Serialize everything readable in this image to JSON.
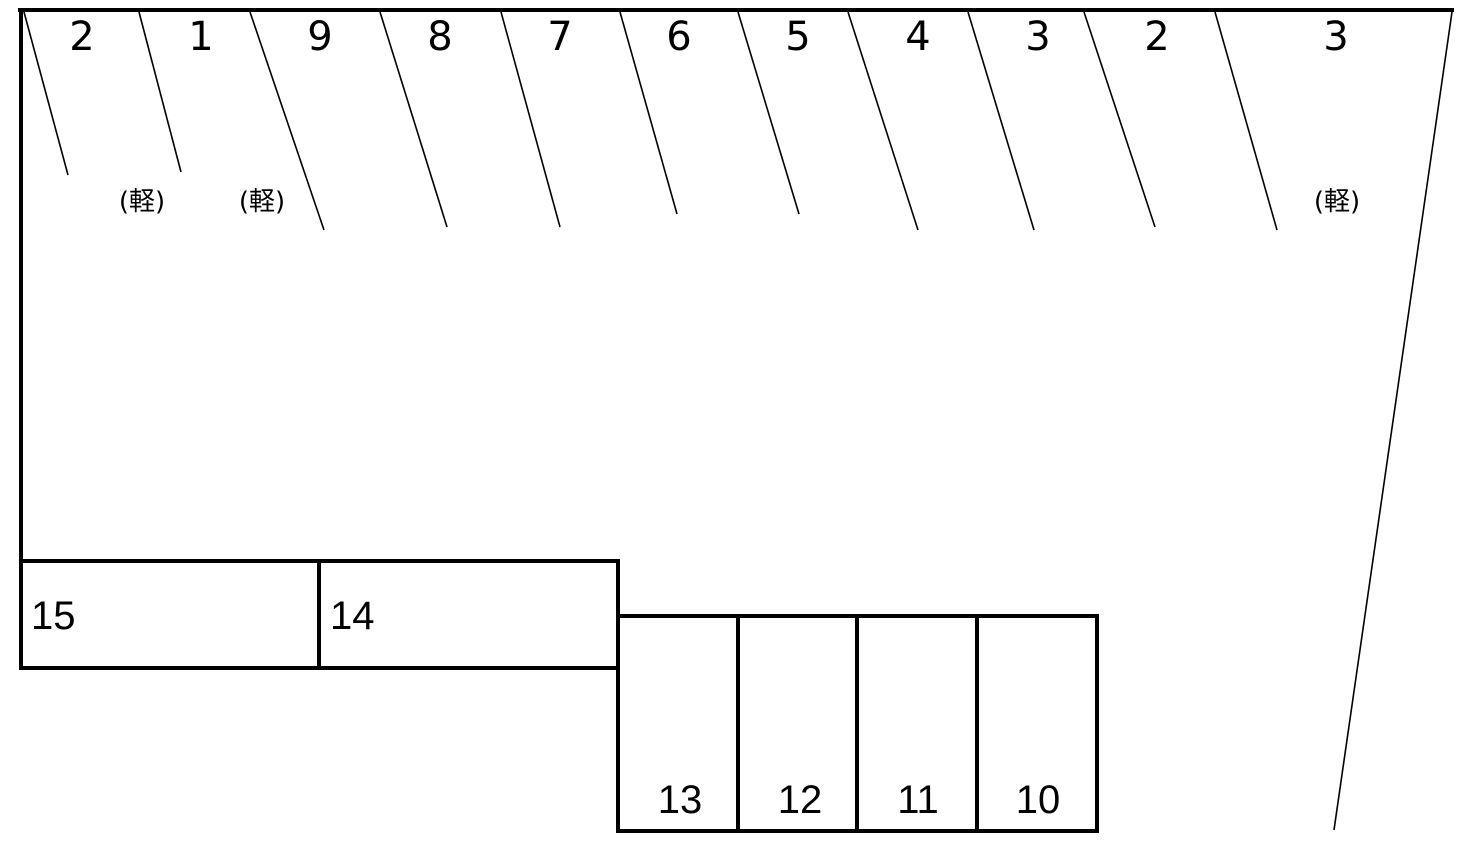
{
  "top_row": {
    "space_numbers": [
      "2",
      "1",
      "9",
      "8",
      "7",
      "6",
      "5",
      "4",
      "3",
      "2",
      "3"
    ],
    "kei_label": "(軽)"
  },
  "left_row": {
    "space_numbers": [
      "15",
      "14"
    ]
  },
  "bottom_row": {
    "space_numbers": [
      "13",
      "12",
      "11",
      "10"
    ]
  },
  "colors": {
    "line": "#000000",
    "background": "#ffffff"
  }
}
